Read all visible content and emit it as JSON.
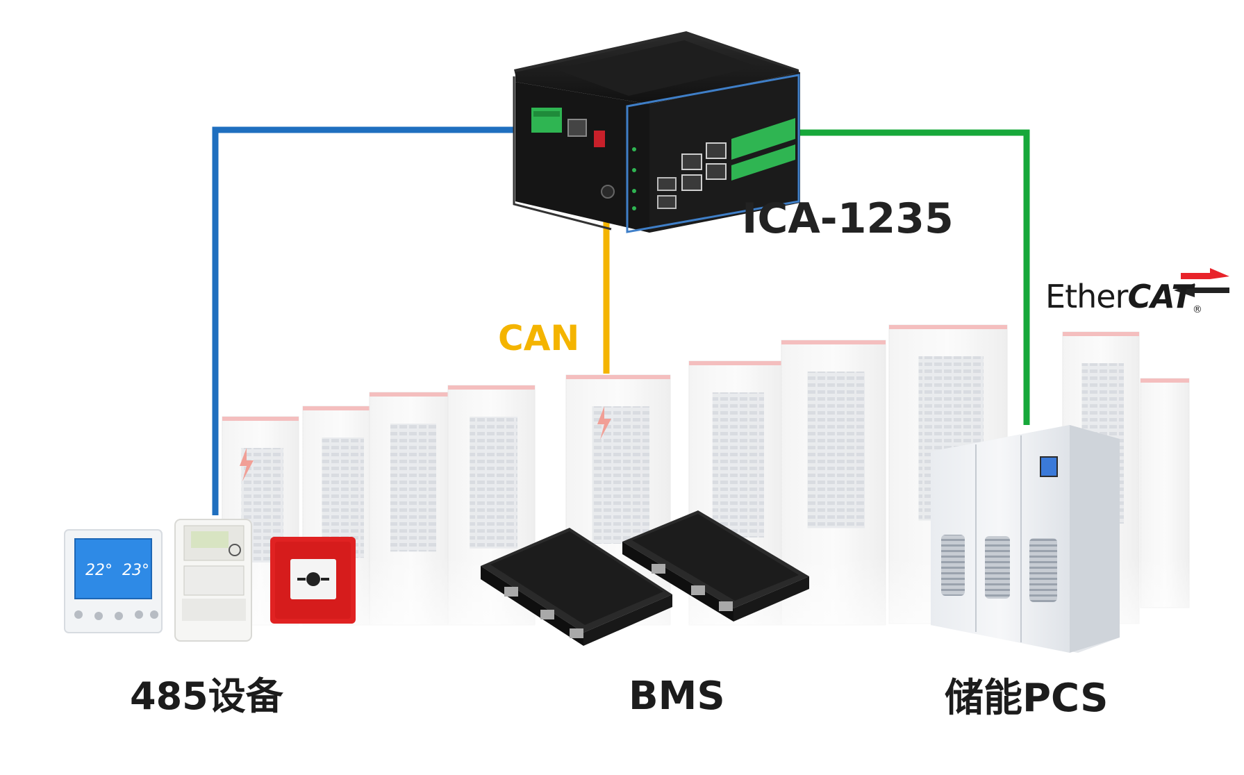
{
  "diagram": {
    "device_name": "ICA-1235",
    "can_label": "CAN",
    "ethercat_logo": {
      "part1": "Ether",
      "part2": "CAT",
      "reg_mark": "®"
    },
    "nodes": {
      "rs485": "485设备",
      "bms": "BMS",
      "pcs": "储能PCS"
    },
    "colors": {
      "rs485_line": "#1f6fbf",
      "can_line": "#f4b400",
      "ethercat_line": "#17a83a",
      "ethercat_arrow_red": "#e8232a",
      "gateway_body": "#1a1a1a",
      "accent_green": "#2fb552"
    }
  }
}
